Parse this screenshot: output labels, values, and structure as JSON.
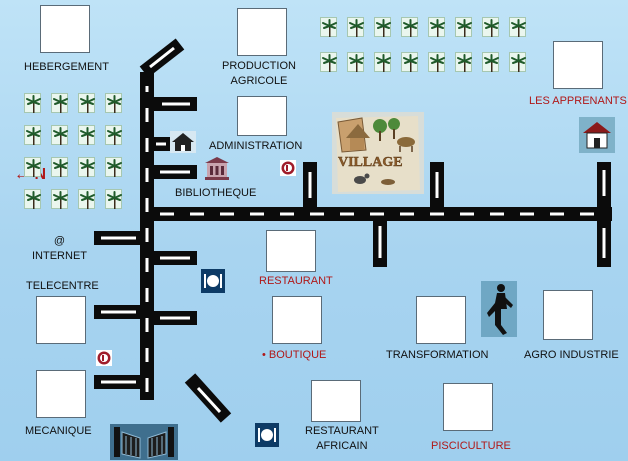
{
  "map": {
    "north_arrow": {
      "arrow": "←",
      "letter": "N"
    },
    "labels": {
      "hebergement": "HEBERGEMENT",
      "production_agricole_1": "PRODUCTION",
      "production_agricole_2": "AGRICOLE",
      "administration": "ADMINISTRATION",
      "bibliotheque": "BIBLIOTHEQUE",
      "internet_at": "@",
      "internet": "INTERNET",
      "telecentre": "TELECENTRE",
      "mecanique": "MECANIQUE",
      "restaurant": "RESTAURANT",
      "boutique": "• BOUTIQUE",
      "transformation": "TRANSFORMATION",
      "agro_industrie": "AGRO INDUSTRIE",
      "restaurant_africain_1": "RESTAURANT",
      "restaurant_africain_2": "AFRICAIN",
      "pisciculture": "PISCICULTURE",
      "les_apprenants": "LES APPRENANTS"
    },
    "village_sign": "VILLAGE",
    "colors": {
      "accent_red": "#b01818",
      "road": "#0b0b0b",
      "lane_marking": "#ffffff",
      "background": "#a9d6f2"
    },
    "icons": [
      "house-icon",
      "library-building-icon",
      "parking-sign-icon",
      "plate-cutlery-icon",
      "walking-person-icon",
      "gate-icon",
      "palm-tree-icon"
    ]
  }
}
